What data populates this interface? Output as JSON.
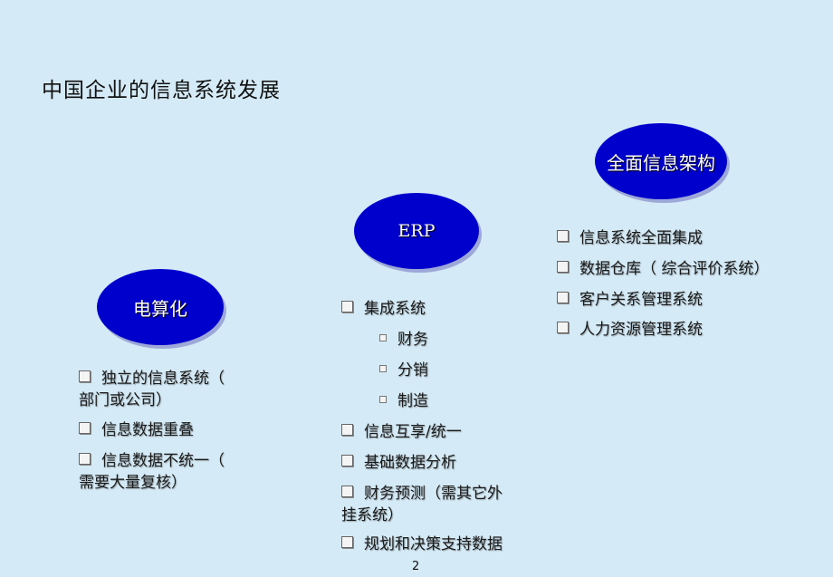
{
  "title": "中国企业的信息系统发展",
  "stages": [
    {
      "label": "电算化",
      "items": [
        {
          "text": "独立的信息系统（",
          "cont": "部门或公司）"
        },
        {
          "text": "信息数据重叠"
        },
        {
          "text": "信息数据不统一（",
          "cont": "需要大量复核）"
        }
      ]
    },
    {
      "label": "ERP",
      "items": [
        {
          "text": "集成系统"
        },
        {
          "text": "财务",
          "sub": true
        },
        {
          "text": "分销",
          "sub": true
        },
        {
          "text": "制造",
          "sub": true
        },
        {
          "text": "信息互享/统一"
        },
        {
          "text": "基础数据分析"
        },
        {
          "text": "财务预测（需其它外",
          "cont": "挂系统）"
        },
        {
          "text": "规划和决策支持数据"
        }
      ]
    },
    {
      "label": "全面信息架构",
      "items": [
        {
          "text": "信息系统全面集成"
        },
        {
          "text": "数据仓库（ 综合评价系统）"
        },
        {
          "text": "客户关系管理系统"
        },
        {
          "text": "人力资源管理系统"
        }
      ]
    }
  ],
  "page_number": "2",
  "colors": {
    "background": "#D4EAF6",
    "ellipse": "#0000CC"
  }
}
